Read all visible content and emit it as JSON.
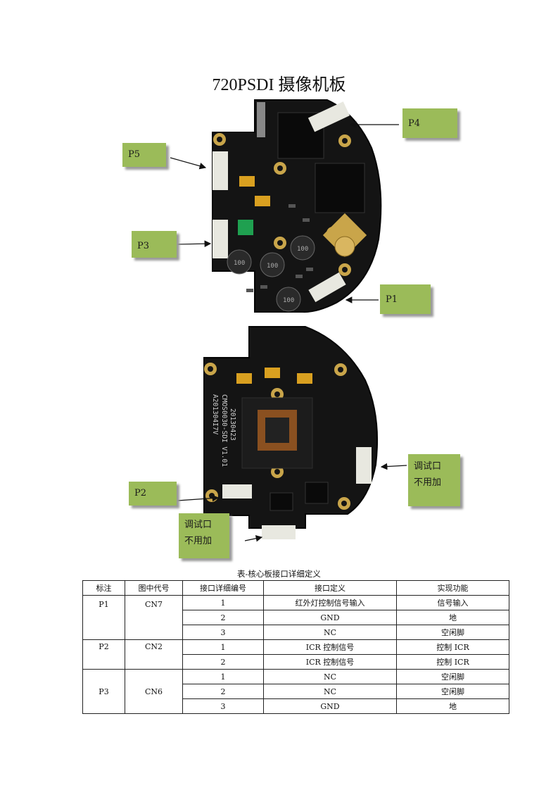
{
  "title": "720PSDI 摄像机板",
  "labels": {
    "p4": "P4",
    "p5": "P5",
    "p3": "P3",
    "p1": "P1",
    "p2": "P2",
    "debug_right": [
      "调试口",
      "不用加"
    ],
    "debug_bottom": [
      "调试口",
      "不用加"
    ]
  },
  "board_markings": {
    "inductor_1": "100",
    "inductor_2": "100",
    "inductor_3": "100",
    "inductor_4": "100",
    "back_text_1": "CMOS0030-SDI V1.01",
    "back_text_2": "20130423",
    "back_text_3": "A201304I7V"
  },
  "colors": {
    "label_bg": "#9bbb59",
    "pcb": "#141414",
    "gold": "#c9a54a"
  },
  "caption": "表-核心板接口详细定义",
  "table": {
    "headers": [
      "标注",
      "图中代号",
      "接口详细编号",
      "接口定义",
      "实现功能"
    ],
    "groups": [
      {
        "mark": "P1",
        "code": "CN7",
        "rows": [
          {
            "num": "1",
            "def": "红外灯控制信号输入",
            "func": "信号输入"
          },
          {
            "num": "2",
            "def": "GND",
            "func": "地"
          },
          {
            "num": "3",
            "def": "NC",
            "func": "空闲脚"
          }
        ]
      },
      {
        "mark": "P2",
        "code": "CN2",
        "rows": [
          {
            "num": "1",
            "def": "ICR 控制信号",
            "func": "控制 ICR"
          },
          {
            "num": "2",
            "def": "ICR 控制信号",
            "func": "控制 ICR"
          }
        ]
      },
      {
        "mark": "P3",
        "code": "CN6",
        "rows": [
          {
            "num": "1",
            "def": "NC",
            "func": "空闲脚"
          },
          {
            "num": "2",
            "def": "NC",
            "func": "空闲脚"
          },
          {
            "num": "3",
            "def": "GND",
            "func": "地"
          }
        ]
      }
    ]
  }
}
